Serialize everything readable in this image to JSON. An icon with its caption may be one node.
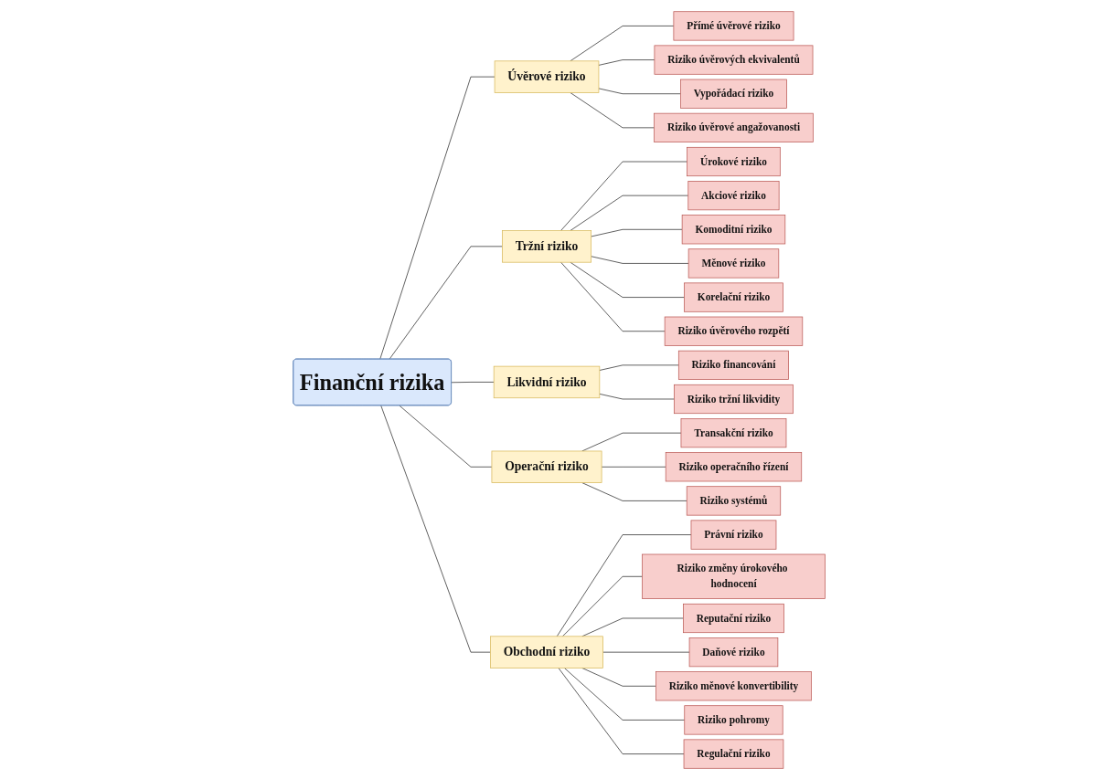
{
  "diagram": {
    "nodes": [
      {
        "text": [
          "Finanční rizika"
        ]
      },
      {
        "text": [
          "Úvěrové riziko"
        ]
      },
      {
        "text": [
          "Přímé úvěrové riziko"
        ]
      },
      {
        "text": [
          "Riziko úvěrových ekvivalentů"
        ]
      },
      {
        "text": [
          "Vypořádací riziko"
        ]
      },
      {
        "text": [
          "Riziko úvěrové angažovanosti"
        ]
      },
      {
        "text": [
          "Tržní riziko"
        ]
      },
      {
        "text": [
          "Úrokové riziko"
        ]
      },
      {
        "text": [
          "Akciové riziko"
        ]
      },
      {
        "text": [
          "Komoditní riziko"
        ]
      },
      {
        "text": [
          "Měnové riziko"
        ]
      },
      {
        "text": [
          "Korelační riziko"
        ]
      },
      {
        "text": [
          "Riziko úvěrového rozpětí"
        ]
      },
      {
        "text": [
          "Likvidní riziko"
        ]
      },
      {
        "text": [
          "Riziko financování"
        ]
      },
      {
        "text": [
          "Riziko tržní likvidity"
        ]
      },
      {
        "text": [
          "Operační riziko"
        ]
      },
      {
        "text": [
          "Transakční riziko"
        ]
      },
      {
        "text": [
          "Riziko operačního řízení"
        ]
      },
      {
        "text": [
          "Riziko systémů"
        ]
      },
      {
        "text": [
          "Obchodní riziko"
        ]
      },
      {
        "text": [
          "Právní riziko"
        ]
      },
      {
        "text": [
          "Riziko změny úrokového hodnocení"
        ]
      },
      {
        "text": [
          "Reputační riziko"
        ]
      },
      {
        "text": [
          "Daňové riziko"
        ]
      },
      {
        "text": [
          "Riziko měnové konvertibility"
        ]
      },
      {
        "text": [
          "Riziko pohromy"
        ]
      },
      {
        "text": [
          "Regulační riziko"
        ]
      }
    ],
    "edges": [
      {
        "from": 0,
        "to": 1,
        "arrow": "none"
      },
      {
        "from": 0,
        "to": 6,
        "arrow": "none"
      },
      {
        "from": 0,
        "to": 13,
        "arrow": "none"
      },
      {
        "from": 0,
        "to": 16,
        "arrow": "none"
      },
      {
        "from": 0,
        "to": 20,
        "arrow": "none"
      },
      {
        "from": 1,
        "to": 2,
        "arrow": "none"
      },
      {
        "from": 1,
        "to": 3,
        "arrow": "none"
      },
      {
        "from": 1,
        "to": 4,
        "arrow": "none"
      },
      {
        "from": 1,
        "to": 5,
        "arrow": "none"
      },
      {
        "from": 6,
        "to": 7,
        "arrow": "none"
      },
      {
        "from": 6,
        "to": 8,
        "arrow": "none"
      },
      {
        "from": 6,
        "to": 9,
        "arrow": "none"
      },
      {
        "from": 6,
        "to": 10,
        "arrow": "none"
      },
      {
        "from": 6,
        "to": 11,
        "arrow": "none"
      },
      {
        "from": 6,
        "to": 12,
        "arrow": "none"
      },
      {
        "from": 13,
        "to": 14,
        "arrow": "none"
      },
      {
        "from": 13,
        "to": 15,
        "arrow": "none"
      },
      {
        "from": 16,
        "to": 17,
        "arrow": "none"
      },
      {
        "from": 16,
        "to": 18,
        "arrow": "none"
      },
      {
        "from": 16,
        "to": 19,
        "arrow": "none"
      },
      {
        "from": 20,
        "to": 21,
        "arrow": "none"
      },
      {
        "from": 20,
        "to": 22,
        "arrow": "none"
      },
      {
        "from": 20,
        "to": 23,
        "arrow": "none"
      },
      {
        "from": 20,
        "to": 24,
        "arrow": "none"
      },
      {
        "from": 20,
        "to": 25,
        "arrow": "none"
      },
      {
        "from": 20,
        "to": 26,
        "arrow": "none"
      },
      {
        "from": 20,
        "to": 27,
        "arrow": "none"
      }
    ]
  }
}
